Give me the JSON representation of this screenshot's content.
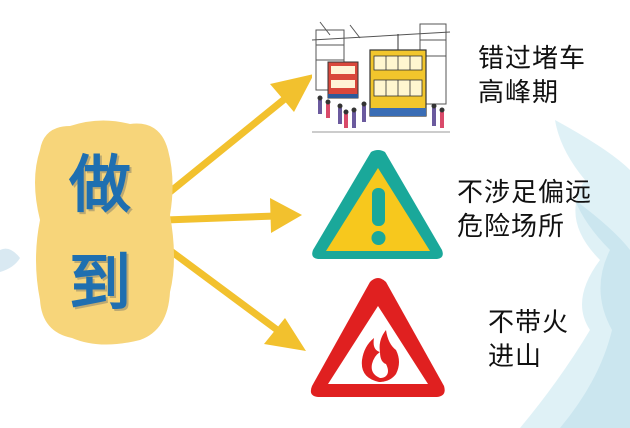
{
  "center_badge": {
    "chars": [
      "做",
      "到"
    ]
  },
  "items": [
    {
      "icon": "tram-street-illustration",
      "lines": [
        "错过堵车",
        "高峰期"
      ]
    },
    {
      "icon": "exclamation-warning-icon",
      "lines": [
        "不涉足偏远",
        "危险场所"
      ]
    },
    {
      "icon": "fire-warning-icon",
      "lines": [
        "不带火",
        "进山"
      ]
    }
  ],
  "colors": {
    "arrow": "#f2c12e",
    "badge": "#f7d57a",
    "badge_text": "#1f6fb0",
    "warning_yellow": "#f7c81d",
    "warning_teal": "#1aa89a",
    "fire_red": "#e02020"
  }
}
